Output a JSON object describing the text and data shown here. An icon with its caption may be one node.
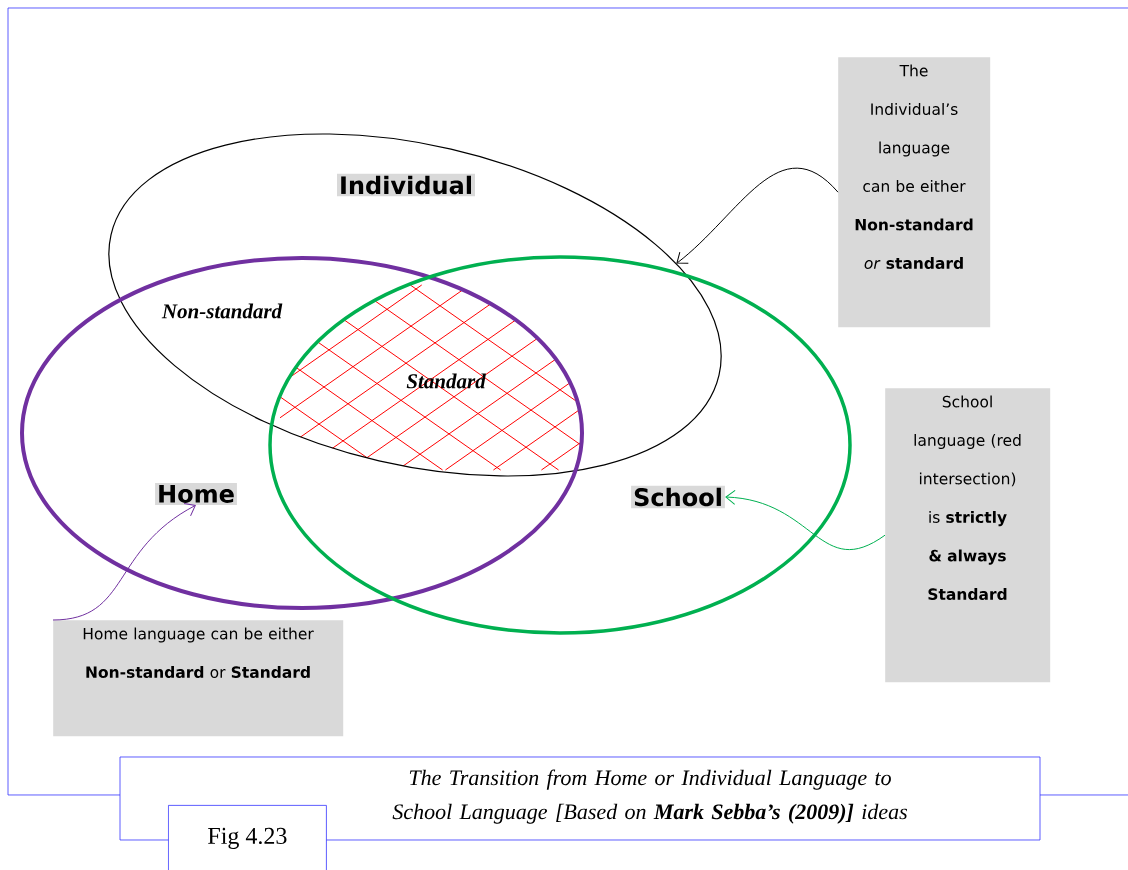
{
  "diagram": {
    "caption": "The Transition from Home or Individual Language to School Language [Based on **Mark Sebba’s (2009)]** ideas",
    "nodes": [
      {
        "text": [
          "Individual"
        ]
      },
      {
        "text": [
          "Home"
        ]
      },
      {
        "text": [
          "School"
        ]
      },
      {
        "text": [
          "The Individual’s language can be either **Non-standard** *or* **standard**"
        ]
      },
      {
        "text": [
          "School language (red intersection) is **strictly & always Standard**"
        ]
      },
      {
        "text": [
          "Home language can be either **Non-standard** or **Standard**"
        ]
      }
    ],
    "edges": [
      {
        "from": 3,
        "to": 0,
        "arrow": "to",
        "color": "#000000"
      },
      {
        "from": 4,
        "to": 2,
        "arrow": "to",
        "color": "#00b050"
      },
      {
        "from": 5,
        "to": 1,
        "arrow": "to",
        "color": "#7030a0"
      }
    ],
    "labels": [
      "Non-standard",
      "Standard",
      "Fig 4.23"
    ]
  }
}
